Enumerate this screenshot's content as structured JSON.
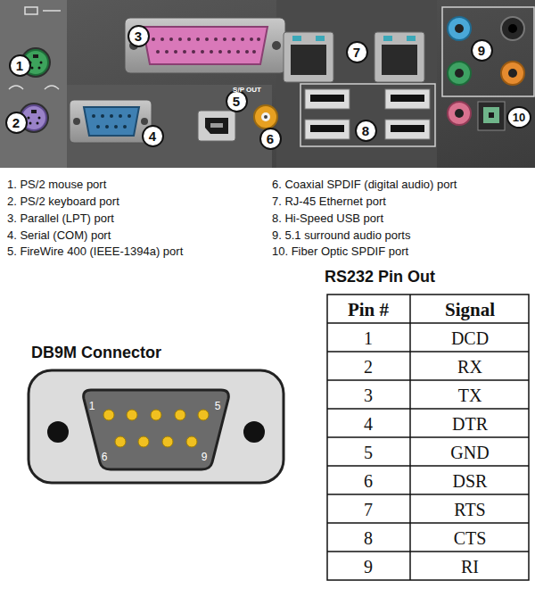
{
  "diagram": {
    "labels": [
      "1",
      "2",
      "3",
      "4",
      "5",
      "6",
      "7",
      "8",
      "9",
      "10",
      "S/P OUT",
      "1. PS/2 mouse port",
      "2. PS/2 keyboard port",
      "3. Parallel (LPT) port",
      "4. Serial (COM) port",
      "5. FireWire 400 (IEEE-1394a) port",
      "6. Coaxial SPDIF (digital audio) port",
      "7. RJ-45 Ethernet port",
      "8. Hi-Speed USB port",
      "9. 5.1 surround audio ports",
      "10. Fiber Optic SPDIF port",
      "DB9M Connector",
      "1",
      "5",
      "6",
      "9",
      "RS232 Pin Out",
      "Pin #",
      "Signal",
      "1",
      "DCD",
      "2",
      "RX",
      "3",
      "TX",
      "4",
      "DTR",
      "5",
      "GND",
      "6",
      "DSR",
      "7",
      "RTS",
      "8",
      "CTS",
      "9",
      "RI"
    ]
  }
}
